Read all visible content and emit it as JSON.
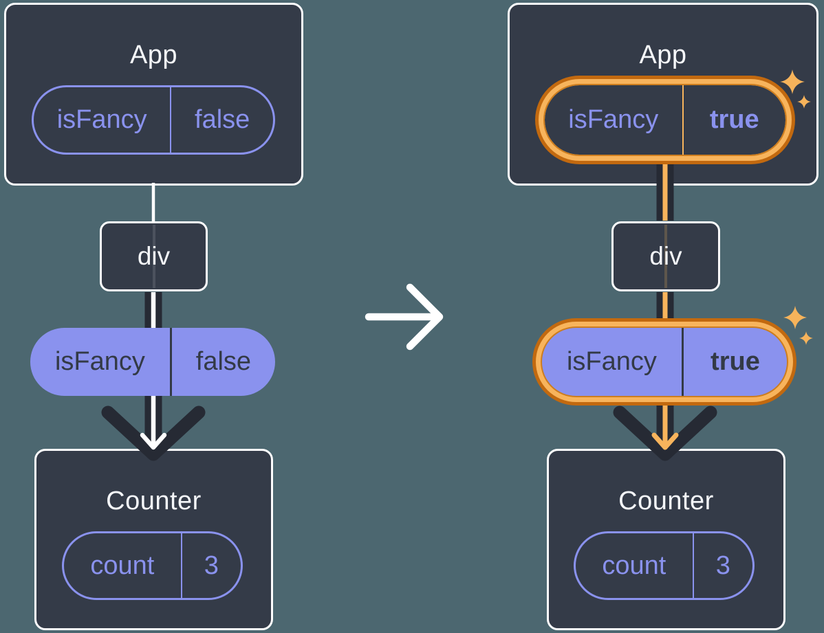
{
  "palette": {
    "background": "#4c6770",
    "card": "#343b48",
    "card_border": "#fdfdfe",
    "title_text": "#f5f7fa",
    "purple": "#8a92ee",
    "pill_dark_text": "#333a46",
    "connector_dark": "#262a34",
    "connector_white": "#ffffff",
    "orange_dark": "#c2690f",
    "orange_light": "#f8b45c",
    "orange_mid": "#cd7d1e",
    "sparkle": "#f6b35b"
  },
  "icons": {
    "transition_arrow": "right-arrow",
    "sparkle": "four-point-star",
    "prop_flow_arrow": "down-chevron-arrow"
  },
  "before": {
    "app_title": "App",
    "app_prop_name": "isFancy",
    "app_prop_value": "false",
    "div_label": "div",
    "passed_prop_name": "isFancy",
    "passed_prop_value": "false",
    "counter_title": "Counter",
    "state_name": "count",
    "state_value": "3"
  },
  "after": {
    "app_title": "App",
    "app_prop_name": "isFancy",
    "app_prop_value": "true",
    "div_label": "div",
    "passed_prop_name": "isFancy",
    "passed_prop_value": "true",
    "counter_title": "Counter",
    "state_name": "count",
    "state_value": "3"
  }
}
